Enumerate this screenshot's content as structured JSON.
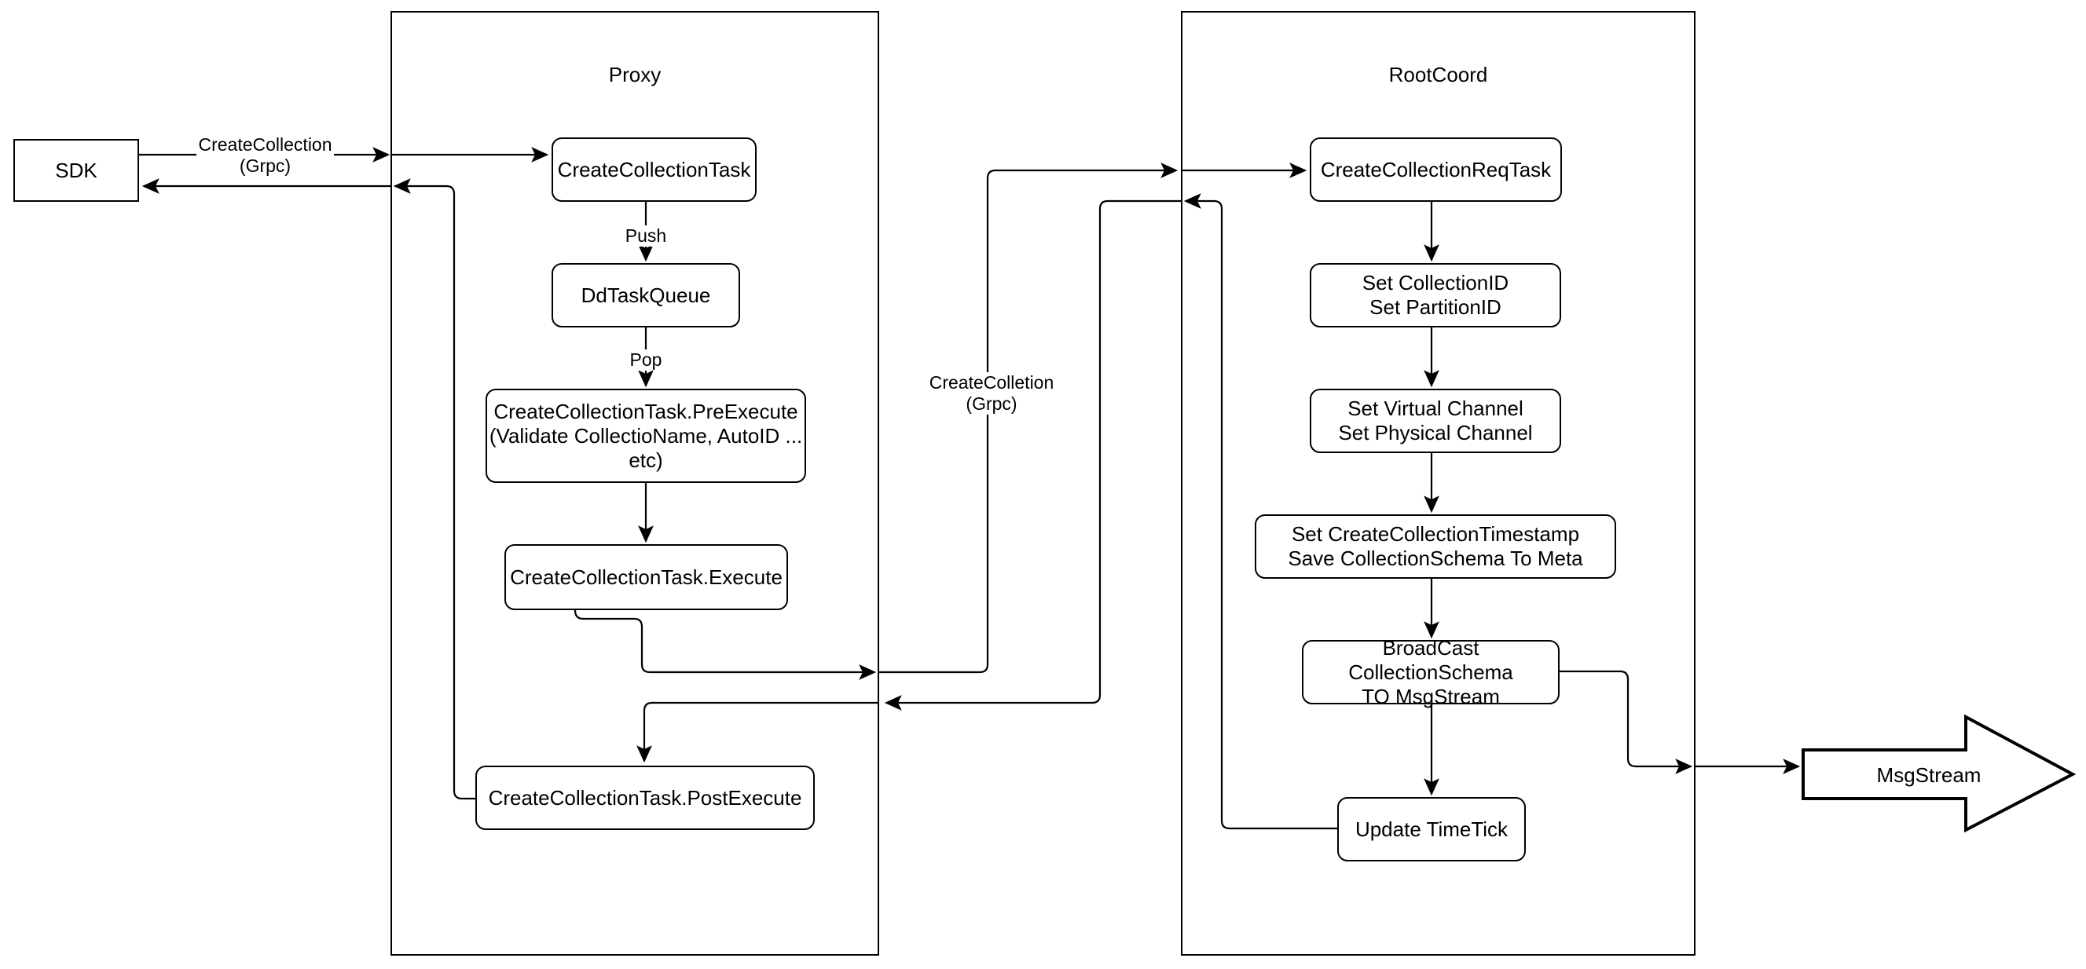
{
  "containers": {
    "proxy": {
      "label": "Proxy"
    },
    "rootcoord": {
      "label": "RootCoord"
    }
  },
  "nodes": {
    "sdk": {
      "label": "SDK"
    },
    "create_collection_task": {
      "label": "CreateCollectionTask"
    },
    "dd_task_queue": {
      "label": "DdTaskQueue"
    },
    "pre_execute": {
      "line1": "CreateCollectionTask.PreExecute",
      "line2": "(Validate CollectioName, AutoID ... etc)"
    },
    "execute": {
      "label": "CreateCollectionTask.Execute"
    },
    "post_execute": {
      "label": "CreateCollectionTask.PostExecute"
    },
    "req_task": {
      "label": "CreateCollectionReqTask"
    },
    "set_ids": {
      "line1": "Set CollectionID",
      "line2": "Set PartitionID"
    },
    "set_channels": {
      "line1": "Set Virtual Channel",
      "line2": "Set Physical Channel"
    },
    "set_timestamp": {
      "line1": "Set CreateCollectionTimestamp",
      "line2": "Save CollectionSchema To Meta"
    },
    "broadcast": {
      "line1": "BroadCast CollectionSchema",
      "line2": "TO MsgStream"
    },
    "update_timetick": {
      "label": "Update TimeTick"
    },
    "msgstream": {
      "label": "MsgStream"
    }
  },
  "edge_labels": {
    "sdk_grpc": {
      "line1": "CreateCollection",
      "line2": "(Grpc)"
    },
    "push": "Push",
    "pop": "Pop",
    "proxy_grpc": {
      "line1": "CreateColletion",
      "line2": "(Grpc)"
    }
  },
  "colors": {
    "stroke": "#000000",
    "node_fill": "#ffffff",
    "background": "#ffffff"
  }
}
